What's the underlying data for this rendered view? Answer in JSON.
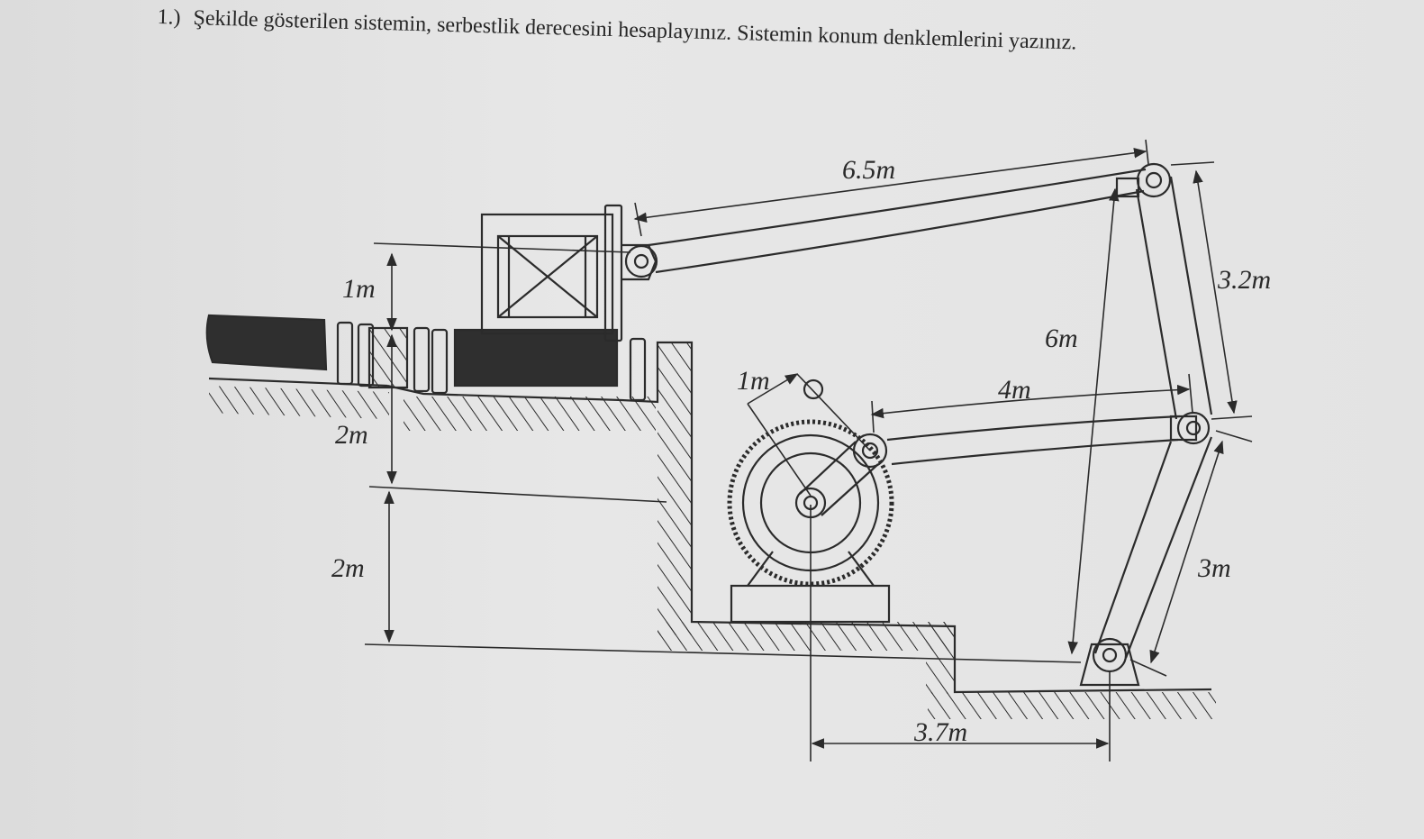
{
  "question": {
    "number": "1.)",
    "text": "Şekilde gösterilen sistemin, serbestlik derecesini hesaplayınız. Sistemin konum denklemlerini yazınız."
  },
  "dimensions": {
    "d_6_5": "6.5m",
    "d_1_left": "1m",
    "d_2_upper": "2m",
    "d_2_lower": "2m",
    "d_1_crank": "1m",
    "d_4": "4m",
    "d_6": "6m",
    "d_3_2": "3.2m",
    "d_3": "3m",
    "d_3_7": "3.7m"
  },
  "colors": {
    "ink": "#2b2b2b",
    "paper": "#e4e4e4",
    "dark_fill": "#2f2f2f"
  }
}
